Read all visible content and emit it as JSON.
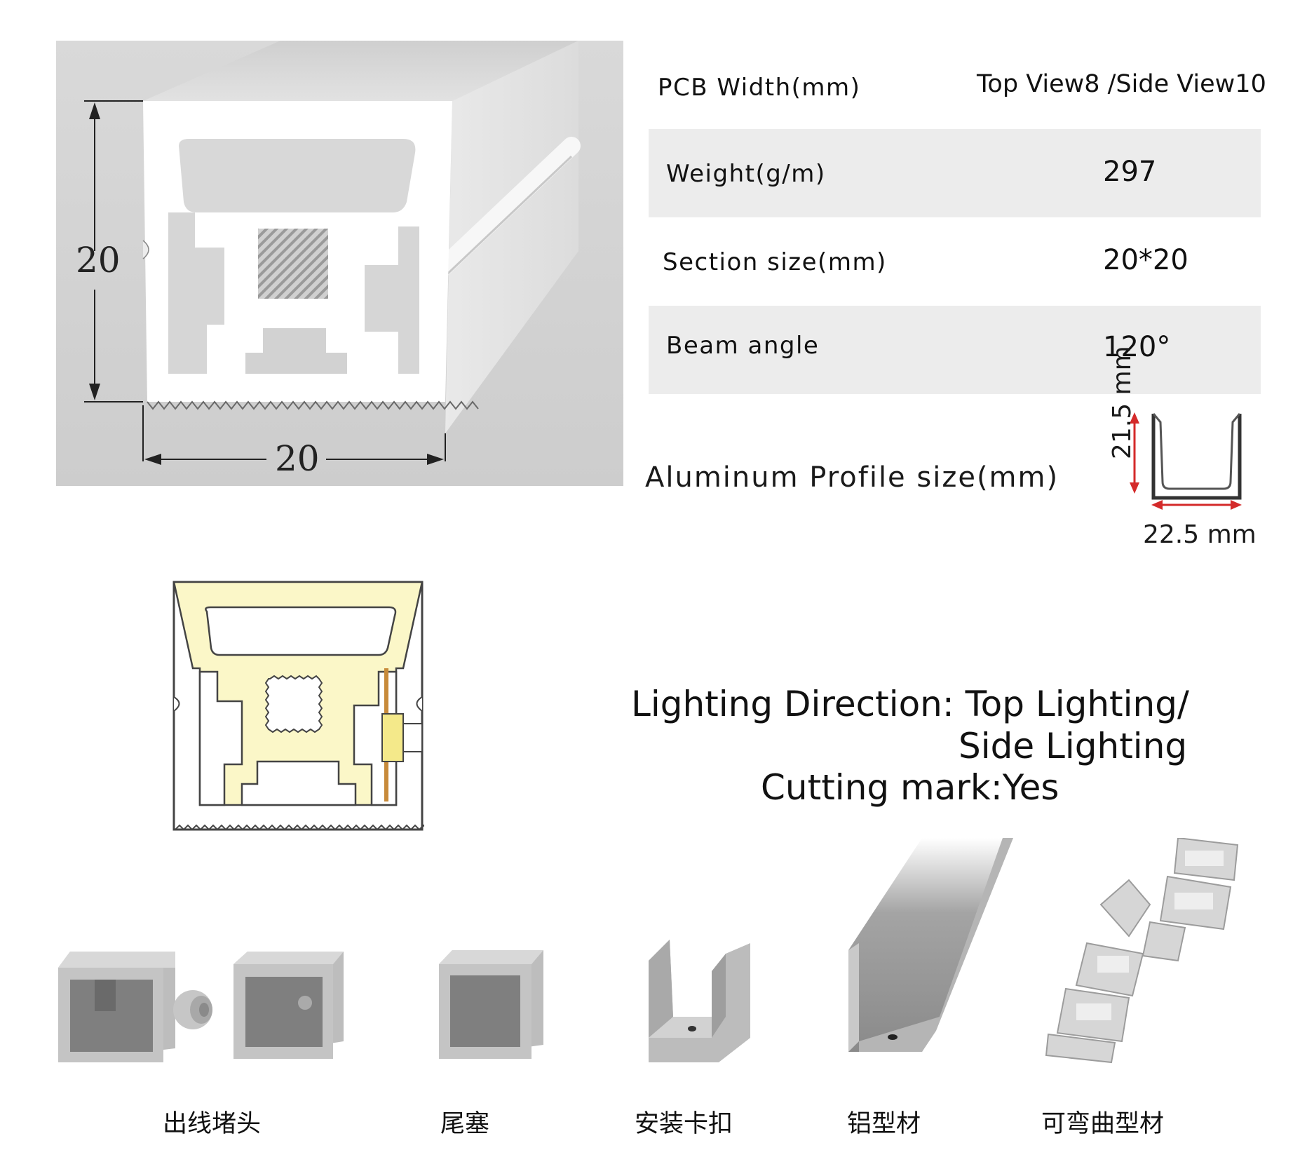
{
  "diagram": {
    "height_label": "20",
    "width_label": "20"
  },
  "specs": [
    {
      "label": "PCB Width(mm)",
      "value": "Top View8 /Side View10"
    },
    {
      "label": "Weight(g/m)",
      "value": "297"
    },
    {
      "label": "Section size(mm)",
      "value": "20*20"
    },
    {
      "label": "Beam angle",
      "value": "120°"
    }
  ],
  "profile": {
    "label": "Aluminum Profile size(mm)",
    "height_label": "21.5 mm",
    "width_label": "22.5 mm"
  },
  "lighting": {
    "line1": "Lighting Direction: Top Lighting/",
    "line2": "Side Lighting",
    "line3": "Cutting mark:Yes"
  },
  "accessories": [
    {
      "label": "出线堵头",
      "icon": "cable-end-cap-icon"
    },
    {
      "label": "尾塞",
      "icon": "end-plug-icon"
    },
    {
      "label": "安装卡扣",
      "icon": "mounting-clip-icon"
    },
    {
      "label": "铝型材",
      "icon": "aluminum-profile-icon"
    },
    {
      "label": "可弯曲型材",
      "icon": "flexible-profile-icon"
    }
  ],
  "colors": {
    "shade_row": "#ececec",
    "lit_yellow": "#fbf7c8",
    "dim_red": "#d42a2a"
  }
}
